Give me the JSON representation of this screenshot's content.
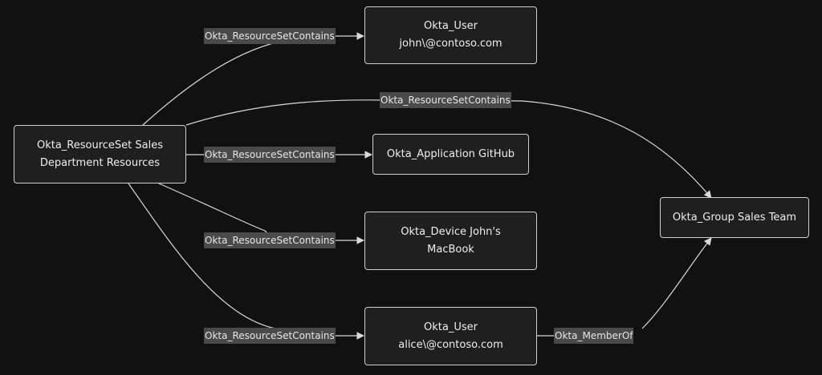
{
  "nodes": {
    "resource_set": "Okta_ResourceSet Sales\nDepartment Resources",
    "user_john": "Okta_User\njohn\\@contoso.com",
    "application_github": "Okta_Application GitHub",
    "device_john": "Okta_Device John's\nMacBook",
    "user_alice": "Okta_User\nalice\\@contoso.com",
    "group_sales": "Okta_Group Sales Team"
  },
  "edges": {
    "to_user_john": "Okta_ResourceSetContains",
    "to_group_sales": "Okta_ResourceSetContains",
    "to_application_github": "Okta_ResourceSetContains",
    "to_device_john": "Okta_ResourceSetContains",
    "to_user_alice": "Okta_ResourceSetContains",
    "alice_member_of": "Okta_MemberOf"
  },
  "colors": {
    "background": "#111111",
    "node_fill": "#1f1f1f",
    "node_border": "#cfcfcf",
    "edge": "#d9d9d9",
    "label_fill": "#4a4a4a"
  }
}
